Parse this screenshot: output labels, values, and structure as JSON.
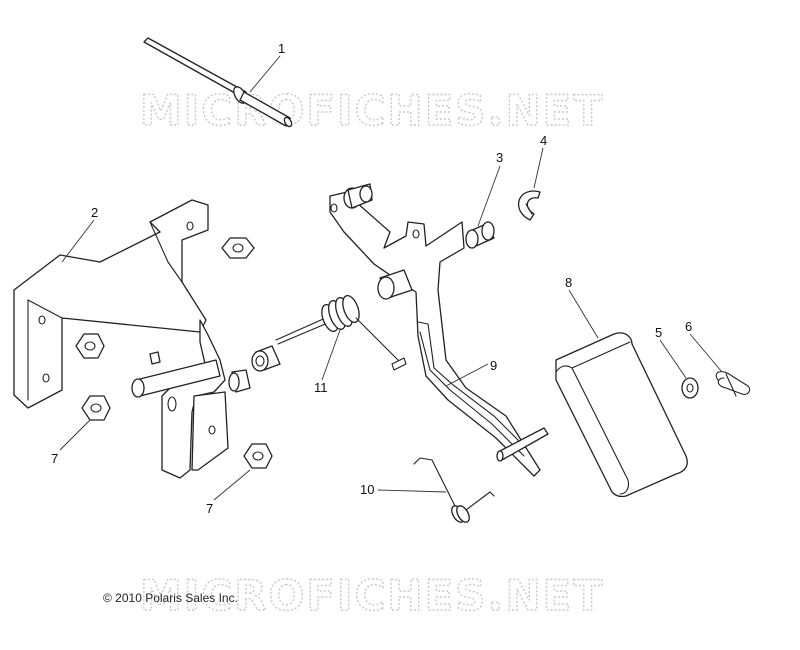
{
  "watermark": {
    "top": "MICROFICHES.NET",
    "bottom": "MICROFICHES.NET"
  },
  "copyright": "© 2010 Polaris Sales Inc.",
  "callouts": [
    "1",
    "2",
    "3",
    "4",
    "5",
    "6",
    "7",
    "7",
    "8",
    "9",
    "10",
    "11"
  ]
}
